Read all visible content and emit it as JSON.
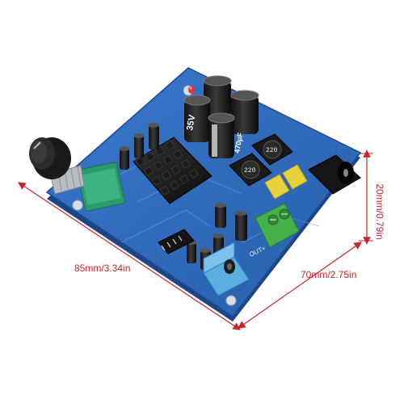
{
  "dimensions": {
    "length": "85mm/3.34in",
    "width": "70mm/2.75in",
    "height": "20mm/0.79in"
  },
  "board_text": {
    "out_plus": "OUT+",
    "cap_voltage": "35V",
    "cap_value": "470µF",
    "inductor_a": "220",
    "inductor_b": "220"
  },
  "colors": {
    "accent": "#c4262e",
    "pcb": "#2f67b8",
    "pcb_dark": "#1e4a8e",
    "terminal": "#43b04a",
    "jack": "#5aaee0"
  }
}
